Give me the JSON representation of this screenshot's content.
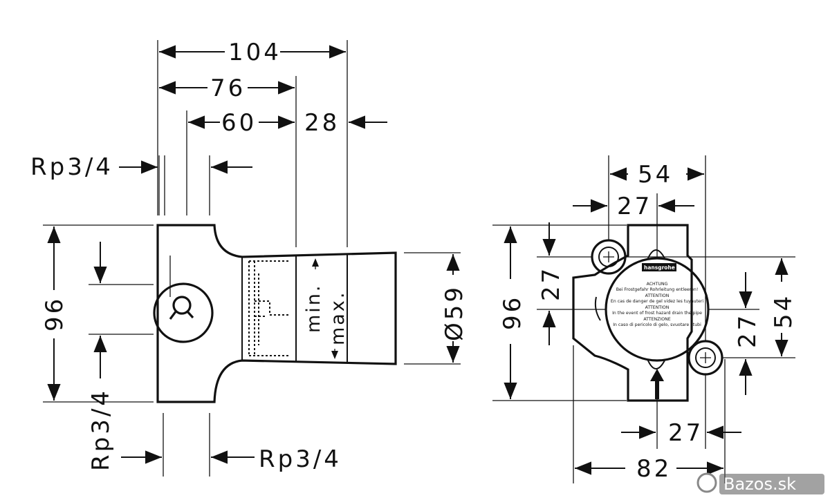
{
  "side_view": {
    "dim_overall_length": "104",
    "dim_76": "76",
    "dim_60": "60",
    "dim_28": "28",
    "dim_height": "96",
    "dim_diameter": "Ø59",
    "thread_top": "Rp3/4",
    "thread_bottom_left": "Rp3/4",
    "thread_bottom_right": "Rp3/4",
    "min_label": "min.",
    "max_label": "max."
  },
  "front_view": {
    "dim_54_top": "54",
    "dim_27_top": "27",
    "dim_27_left": "27",
    "dim_96": "96",
    "dim_54_right": "54",
    "dim_27_right": "27",
    "dim_27_bottom": "27",
    "dim_82": "82",
    "label_brand": "hansgrohe",
    "label_lines": [
      "ACHTUNG",
      "Bei Frostgefahr Rohrleitung entleeren!",
      "ATTENTION",
      "En cas de danger de gel videz les tuyauteri",
      "ATTENTION",
      "In the event of frost hazard drain the pipe",
      "ATTENZIONE",
      "In caso di pericolo di gelo, svuotare i tubi"
    ]
  },
  "watermark": "Bazos.sk"
}
